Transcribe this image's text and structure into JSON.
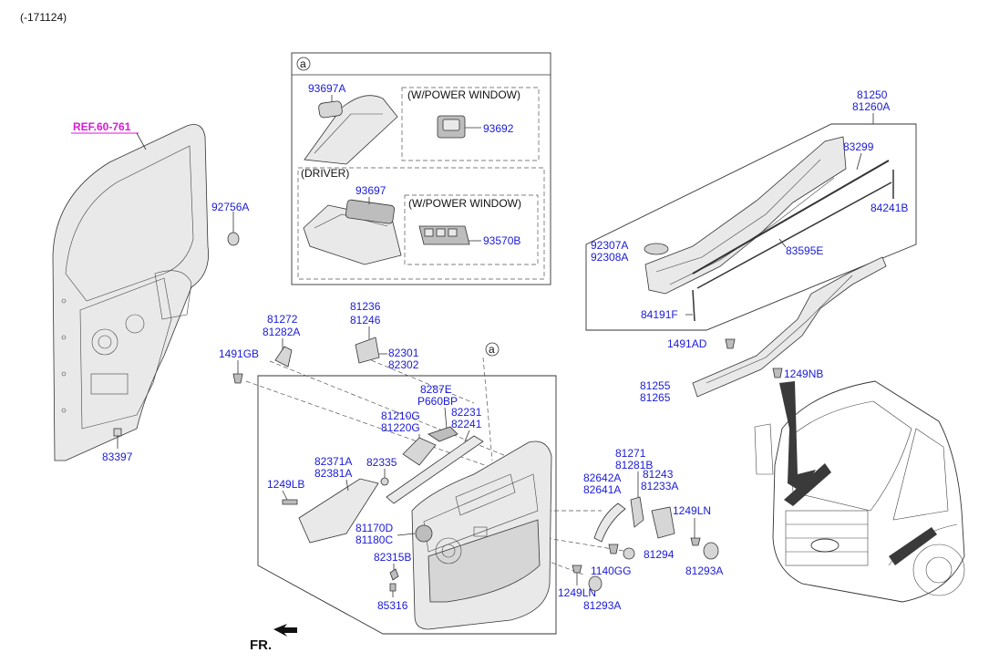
{
  "header": {
    "code": "(-171124)"
  },
  "ref_label": "REF.60-761",
  "fr_label": "FR.",
  "callout_letter": "a",
  "inset": {
    "power_window_top": "(W/POWER WINDOW)",
    "driver": "(DRIVER)",
    "power_window_bottom": "(W/POWER WINDOW)"
  },
  "parts": {
    "p93697A": "93697A",
    "p93692": "93692",
    "p93697": "93697",
    "p93570B": "93570B",
    "p92756A": "92756A",
    "p83397": "83397",
    "p81272": "81272",
    "p81282A": "81282A",
    "p1491GB": "1491GB",
    "p81236": "81236",
    "p81246": "81246",
    "p82301": "82301",
    "p82302": "82302",
    "p8287E": "8287E",
    "pP660BP": "P660BP",
    "p81210G": "81210G",
    "p81220G": "81220G",
    "p82231": "82231",
    "p82241": "82241",
    "p82371A": "82371A",
    "p82381A": "82381A",
    "p82335": "82335",
    "p1249LB": "1249LB",
    "p81170D": "81170D",
    "p81180C": "81180C",
    "p82315B": "82315B",
    "p85316": "85316",
    "p81250": "81250",
    "p81260A": "81260A",
    "p83299": "83299",
    "p84241B": "84241B",
    "p92307A": "92307A",
    "p92308A": "92308A",
    "p83595E": "83595E",
    "p84191F": "84191F",
    "p1491AD": "1491AD",
    "p1249NB": "1249NB",
    "p81255": "81255",
    "p81265": "81265",
    "p81271": "81271",
    "p81281B": "81281B",
    "p82642A": "82642A",
    "p82641A": "82641A",
    "p81243": "81243",
    "p81233A": "81233A",
    "p1249LN_a": "1249LN",
    "p81294": "81294",
    "p1140GG": "1140GG",
    "p81293A_a": "81293A",
    "p1249LN_b": "1249LN",
    "p81293A_b": "81293A"
  }
}
